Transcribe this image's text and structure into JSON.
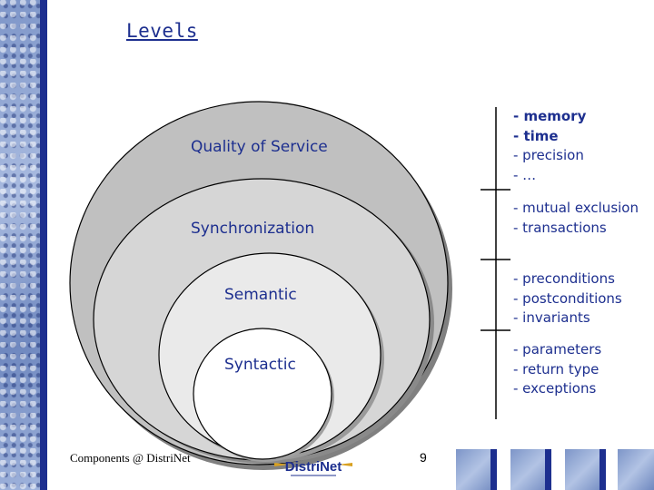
{
  "slide": {
    "title": "Levels",
    "footer_text": "Components @ DistriNet",
    "page_number": "9",
    "logo_text": "DistriNet"
  },
  "levels": [
    {
      "name": "Quality of Service",
      "notes": [
        "- memory",
        "- time",
        "- precision",
        "- …"
      ],
      "bold_notes": [
        0,
        1
      ]
    },
    {
      "name": "Synchronization",
      "notes": [
        "- mutual exclusion",
        "- transactions"
      ],
      "bold_notes": []
    },
    {
      "name": "Semantic",
      "notes": [
        "- preconditions",
        "- postconditions",
        "- invariants"
      ],
      "bold_notes": []
    },
    {
      "name": "Syntactic",
      "notes": [
        "- parameters",
        "- return type",
        "- exceptions"
      ],
      "bold_notes": []
    }
  ],
  "colors": {
    "accent": "#1d2f8f",
    "ellipse_fills": [
      "#c0c0c0",
      "#d6d6d6",
      "#eaeaea",
      "#ffffff"
    ]
  }
}
